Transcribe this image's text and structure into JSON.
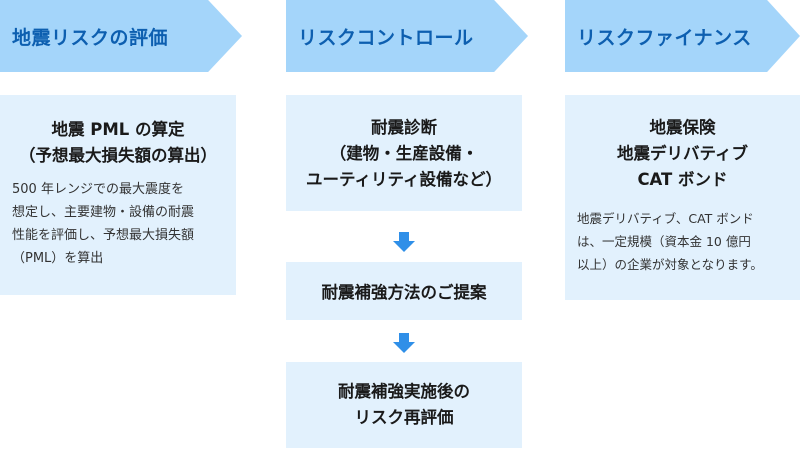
{
  "columns": [
    {
      "header": "地震リスクの評価",
      "boxes": [
        {
          "title_lines": [
            "地震 PML の算定",
            "（予想最大損失額の算出）"
          ],
          "desc_lines": [
            "500 年レンジでの最大震度を",
            "想定し、主要建物・設備の耐震",
            "性能を評価し、予想最大損失額",
            "（PML）を算出"
          ]
        }
      ]
    },
    {
      "header": "リスクコントロール",
      "boxes": [
        {
          "title_lines": [
            "耐震診断",
            "（建物・生産設備・",
            "ユーティリティ設備など）"
          ]
        },
        {
          "title_lines": [
            "耐震補強方法のご提案"
          ]
        },
        {
          "title_lines": [
            "耐震補強実施後の",
            "リスク再評価"
          ]
        }
      ]
    },
    {
      "header": "リスクファイナンス",
      "boxes": [
        {
          "title_lines": [
            "地震保険",
            "地震デリバティブ",
            "CAT ボンド"
          ],
          "desc_lines": [
            "地震デリバティブ、CAT ボンド",
            "は、一定規模（資本金 10 億円",
            "以上）の企業が対象となります。"
          ]
        }
      ]
    }
  ],
  "colors": {
    "header_bg": "#a4d5fa",
    "header_text": "#0d5fb0",
    "box_bg": "#e2f1fd",
    "arrow": "#2f8fe8"
  }
}
